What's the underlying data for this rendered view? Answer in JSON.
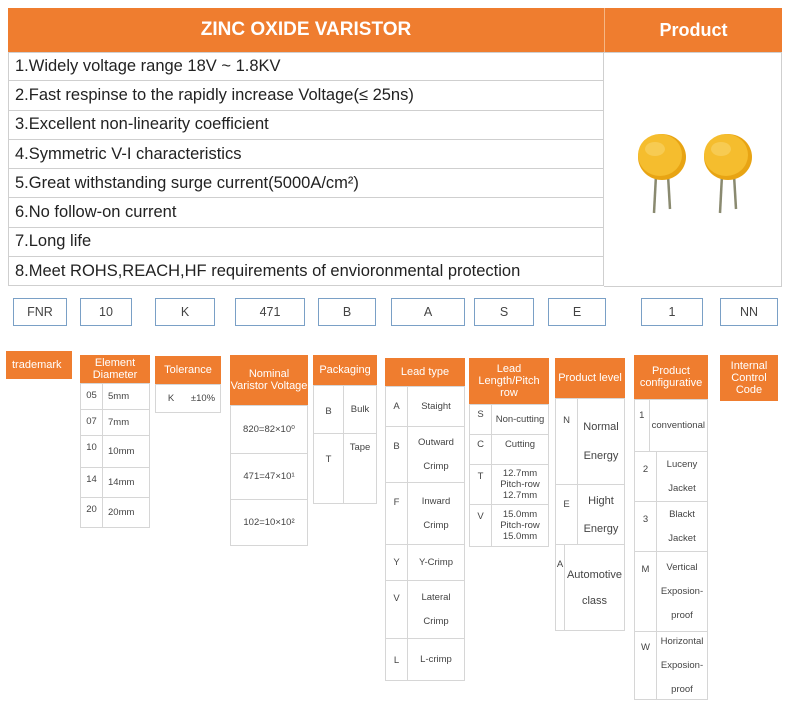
{
  "header": {
    "title": "ZINC OXIDE VARISTOR",
    "product": "Product"
  },
  "features": [
    "1.Widely voltage range 18V ~ 1.8KV",
    "2.Fast respinse to the rapidly increase Voltage(≤ 25ns)",
    "3.Excellent non-linearity coefficient",
    "4.Symmetric V-I characteristics",
    "5.Great withstanding surge current(5000A/cm²)",
    "6.No follow-on current",
    "7.Long life",
    "8.Meet ROHS,REACH,HF requirements of envioronmental protection"
  ],
  "codes": [
    "FNR",
    "10",
    "K",
    "471",
    "B",
    "A",
    "S",
    "E",
    "1",
    "NN"
  ],
  "labels": {
    "trademark": "trademark",
    "element_diameter": "Element Diameter",
    "tolerance": "Tolerance",
    "nominal_voltage": "Nominal Varistor Voltage",
    "packaging": "Packaging",
    "lead_type": "Lead type",
    "lead_length": "Lead Length/Pitch row",
    "product_level": "Product level",
    "product_config": "Product configurative",
    "internal_code": "Internal Control Code"
  },
  "diameter": [
    {
      "k": "05",
      "v": "5mm"
    },
    {
      "k": "07",
      "v": "7mm"
    },
    {
      "k": "10",
      "v": "10mm"
    },
    {
      "k": "14",
      "v": "14mm"
    },
    {
      "k": "20",
      "v": "20mm"
    }
  ],
  "tolerance": [
    {
      "k": "K",
      "v": "±10%"
    }
  ],
  "voltage": [
    "820=82×10⁰",
    "471=47×10¹",
    "102=10×10²"
  ],
  "packaging": [
    {
      "k": "B",
      "v": "Bulk"
    },
    {
      "k": "T",
      "v": "Tape"
    }
  ],
  "lead_type": [
    {
      "k": "A",
      "v": "Staight"
    },
    {
      "k": "B",
      "v": "Outward Crimp"
    },
    {
      "k": "F",
      "v": "Inward Crimp"
    },
    {
      "k": "Y",
      "v": "Y-Crimp"
    },
    {
      "k": "V",
      "v": "Lateral Crimp"
    },
    {
      "k": "L",
      "v": "L-crimp"
    }
  ],
  "lead_length": [
    {
      "k": "S",
      "v": "Non-cutting"
    },
    {
      "k": "C",
      "v": "Cutting"
    },
    {
      "k": "T",
      "v": "12.7mm Pitch-row 12.7mm"
    },
    {
      "k": "V",
      "v": "15.0mm Pitch-row 15.0mm"
    }
  ],
  "product_level": [
    {
      "k": "N",
      "v": "Normal Energy"
    },
    {
      "k": "E",
      "v": "Hight Energy"
    },
    {
      "k": "A",
      "v": "Automotive class"
    }
  ],
  "product_config": [
    {
      "k": "1",
      "v": "conventional"
    },
    {
      "k": "2",
      "v": "Luceny Jacket"
    },
    {
      "k": "3",
      "v": "Blackt Jacket"
    },
    {
      "k": "M",
      "v": "Vertical Exposion-proof"
    },
    {
      "k": "W",
      "v": "Horizontal Exposion-proof"
    }
  ],
  "colors": {
    "accent": "#ef7d2f",
    "border": "#cfcfcf",
    "code_border": "#7aa0c6",
    "varistor": "#f2b824"
  }
}
